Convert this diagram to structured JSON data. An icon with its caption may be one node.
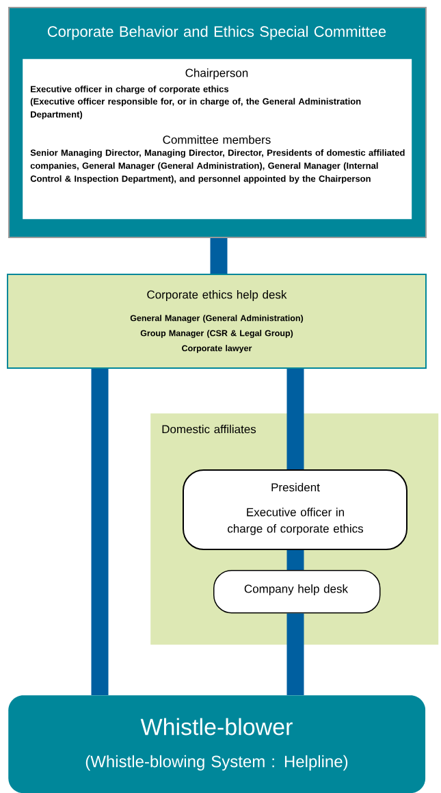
{
  "diagram": {
    "nodes": [
      {
        "text": [
          "Corporate Behavior and Ethics Special Committee"
        ]
      },
      {
        "text": [
          "Chairperson",
          "Executive officer in charge of corporate ethics",
          "(Executive officer responsible for, or in charge of, the General Administration Department)",
          "Committee members",
          "Senior Managing Director, Managing Director, Director, Presidents of domestic affiliated companies, General Manager (General Administration), General Manager (Internal Control & Inspection Department), and personnel appointed by the Chairperson"
        ],
        "in": 0
      },
      {
        "text": [
          "Corporate ethics help desk",
          "General Manager (General Administration)",
          "Group Manager (CSR & Legal Group)",
          "Corporate lawyer"
        ]
      },
      {
        "text": [
          "Domestic affiliates"
        ]
      },
      {
        "text": [
          "President",
          "Executive officer in charge of corporate ethics"
        ],
        "in": 3
      },
      {
        "text": [
          "Company help desk"
        ],
        "in": 3
      },
      {
        "text": [
          "Whistle-blower",
          "(Whistle-blowing System : Helpline)"
        ]
      }
    ],
    "edges": [
      {
        "from": 0,
        "to": 2,
        "arrow": "none"
      },
      {
        "from": 2,
        "to": 6,
        "arrow": "none"
      },
      {
        "from": 2,
        "to": 4,
        "arrow": "none"
      },
      {
        "from": 4,
        "to": 5,
        "arrow": "none"
      },
      {
        "from": 5,
        "to": 6,
        "arrow": "none"
      }
    ]
  }
}
